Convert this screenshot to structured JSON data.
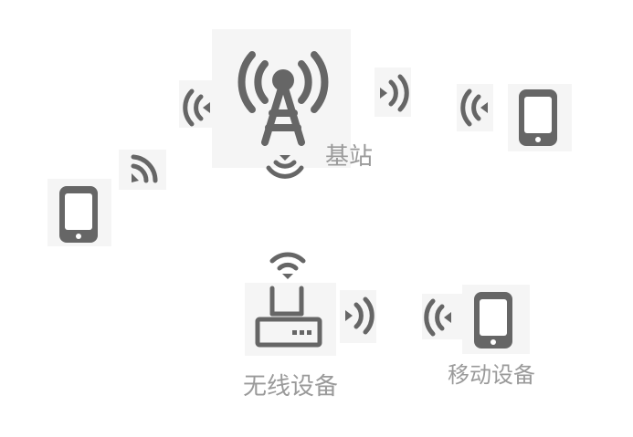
{
  "labels": {
    "base_station": "基站",
    "wireless_device": "无线设备",
    "mobile_device": "移动设备"
  },
  "colors": {
    "icon": "#666666",
    "label": "#9a9a9a",
    "tile": "#f5f5f5"
  },
  "icons": {
    "tower": "cell-tower-icon",
    "phone": "smartphone-icon",
    "router": "wireless-router-icon",
    "signal": "signal-waves-icon"
  }
}
